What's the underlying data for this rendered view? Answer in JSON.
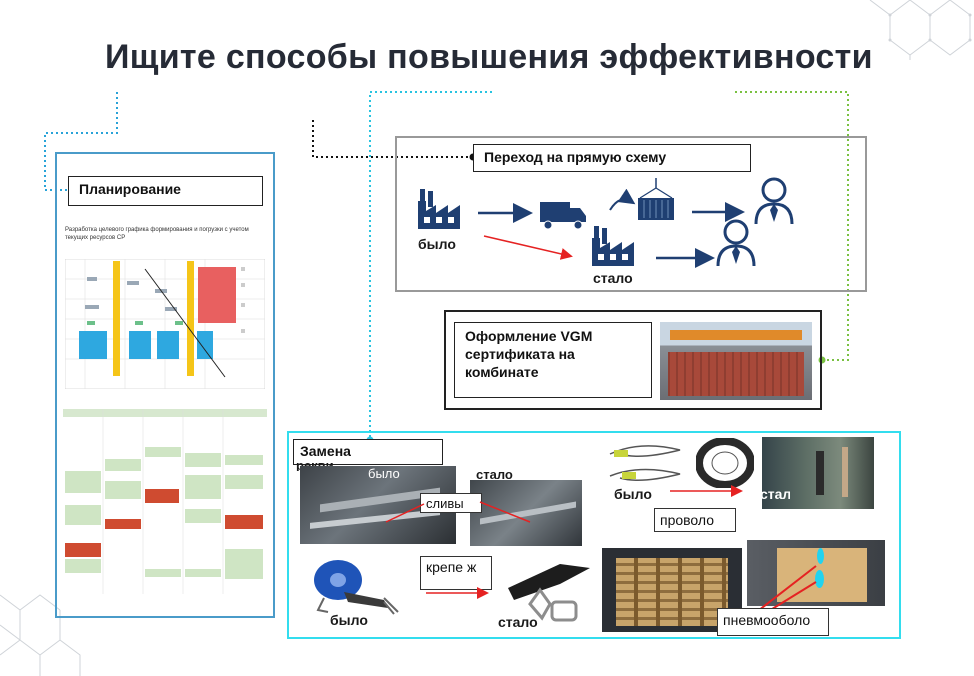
{
  "slide": {
    "title": "Ищите способы повышения эффективности"
  },
  "planning": {
    "label": "Планирование",
    "chart_caption": "Разработка целевого графика формирования и погрузки с учетом текущих ресурсов СР"
  },
  "direct_scheme": {
    "label": "Переход на прямую схему",
    "before": "было",
    "after": "стало"
  },
  "vgm": {
    "label": "Оформление VGM сертификата на комбинате"
  },
  "replacement": {
    "label": "Замена",
    "cut_text": "рекви",
    "before_1": "было",
    "after_1": "стало",
    "item_drains": "сливы",
    "before_2": "было",
    "after_2": "стало",
    "item_wire": "проволо ка",
    "item_fastener": "крепе ж",
    "before_3": "было",
    "after_3": "стало",
    "item_airbag": "пневмооболо чка"
  },
  "colors": {
    "title": "#262b36",
    "accent_blue": "#2d6fa0",
    "cyan_border": "#33ddee",
    "planning_border": "#4a9bc9",
    "scheme_border": "#999999",
    "icon_navy": "#1f3f72",
    "arrow_red": "#e52222",
    "dotted_blue": "#29a3d8",
    "dotted_green": "#7ac142",
    "dotted_black": "#111111"
  }
}
